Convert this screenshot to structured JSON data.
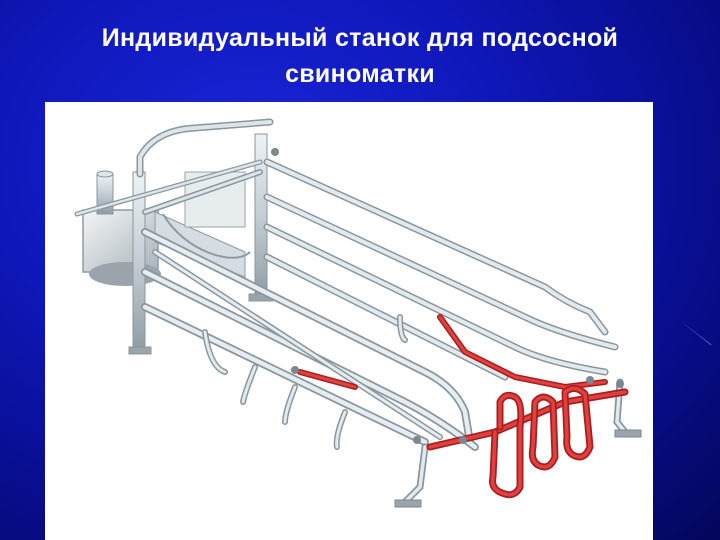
{
  "slide": {
    "title_line1": "Индивидуальный станок для подсосной",
    "title_line2": "свиноматки"
  },
  "colors": {
    "background": "#0e17b8",
    "title_text": "#ffffff",
    "frame_metal": "#c9d3d9",
    "frame_metal_dark": "#8a969e",
    "gate_red": "#d42c2c"
  },
  "illustration": {
    "icon": "sow-farrowing-crate-illustration"
  }
}
